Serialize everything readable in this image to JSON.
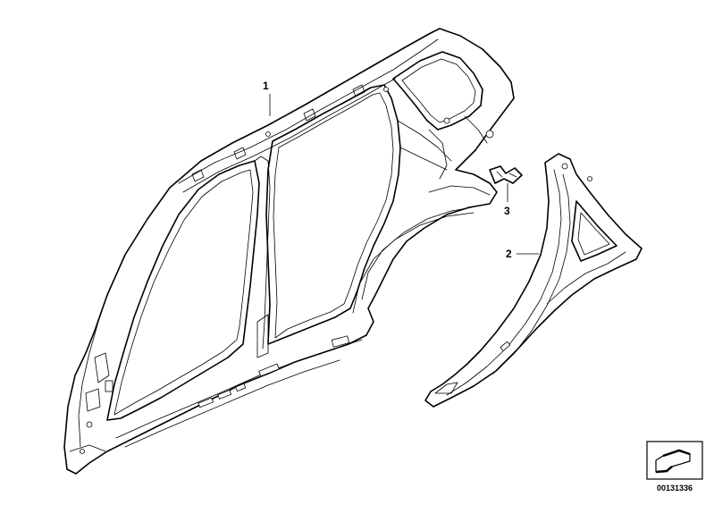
{
  "callouts": [
    {
      "id": "1",
      "label": "1"
    },
    {
      "id": "2",
      "label": "2"
    },
    {
      "id": "3",
      "label": "3"
    }
  ],
  "reference_number": "00131336",
  "icons": {
    "reference_badge": "arrow-box-icon"
  }
}
